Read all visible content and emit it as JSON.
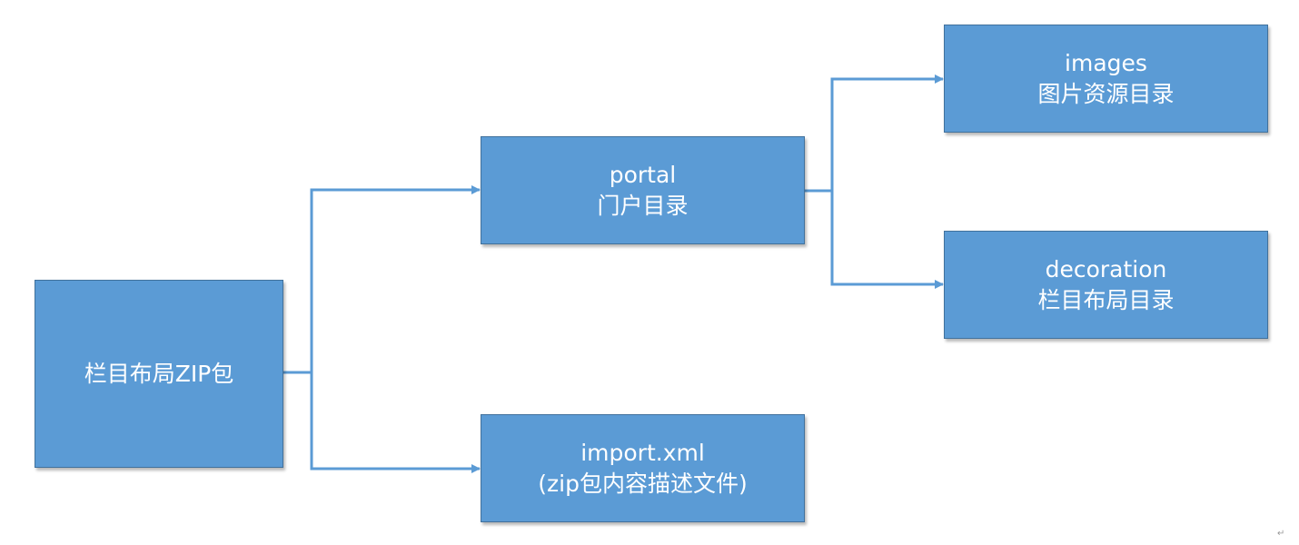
{
  "diagram": {
    "nodes": {
      "root": {
        "line1": "栏目布局ZIP包"
      },
      "portal": {
        "line1": "portal",
        "line2": "门户目录"
      },
      "import": {
        "line1": "import.xml",
        "line2": "(zip包内容描述文件)"
      },
      "images": {
        "line1": "images",
        "line2": "图片资源目录"
      },
      "decoration": {
        "line1": "decoration",
        "line2": "栏目布局目录"
      }
    },
    "edges": [
      {
        "from": "root",
        "to": "portal"
      },
      {
        "from": "root",
        "to": "import"
      },
      {
        "from": "portal",
        "to": "images"
      },
      {
        "from": "portal",
        "to": "decoration"
      }
    ],
    "colors": {
      "node_fill": "#5b9bd5",
      "node_border": "#41719c",
      "connector": "#5b9bd5",
      "text": "#ffffff"
    },
    "corner_mark": "↵"
  }
}
